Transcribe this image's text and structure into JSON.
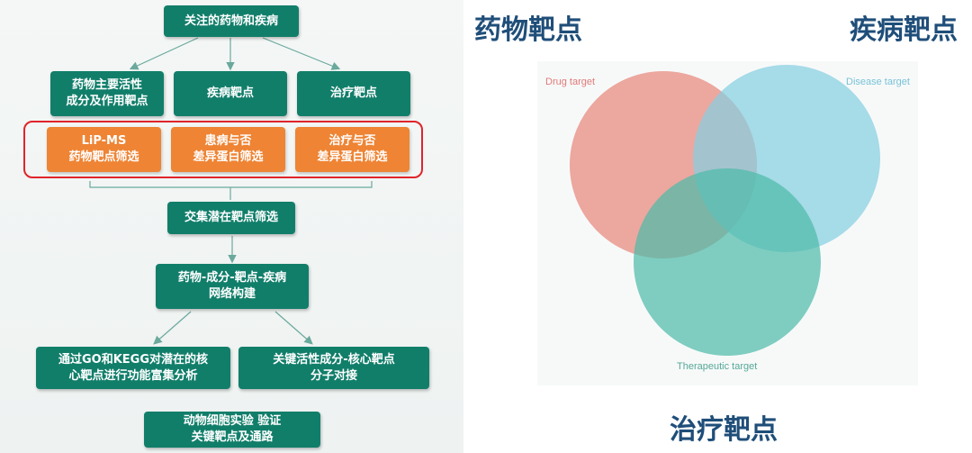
{
  "flowchart": {
    "top": "关注的药物和疾病",
    "row1": [
      "药物主要活性\n成分及作用靶点",
      "疾病靶点",
      "治疗靶点"
    ],
    "row2": [
      "LiP-MS\n药物靶点筛选",
      "患病与否\n差异蛋白筛选",
      "治疗与否\n差异蛋白筛选"
    ],
    "intersect": "交集潜在靶点筛选",
    "network": "药物-成分-靶点-疾病\n网络构建",
    "row4": [
      "通过GO和KEGG对潜在的核\n心靶点进行功能富集分析",
      "关键活性成分-核心靶点\n分子对接"
    ],
    "final": "动物细胞实验 验证\n关键靶点及通路"
  },
  "titles": {
    "drug": "药物靶点",
    "disease": "疾病靶点",
    "therapy": "治疗靶点"
  },
  "venn": {
    "labels": [
      "Drug target",
      "Disease target",
      "Therapeutic target"
    ],
    "colors": [
      "#e8877a",
      "#86cfe0",
      "#4fbba9"
    ],
    "label_colors": [
      "#e07a78",
      "#78c3d8",
      "#55a897"
    ]
  },
  "colors": {
    "teal": "#117e6a",
    "orange": "#ee8434",
    "highlight_frame": "#e0242b",
    "title": "#1f4e79"
  }
}
